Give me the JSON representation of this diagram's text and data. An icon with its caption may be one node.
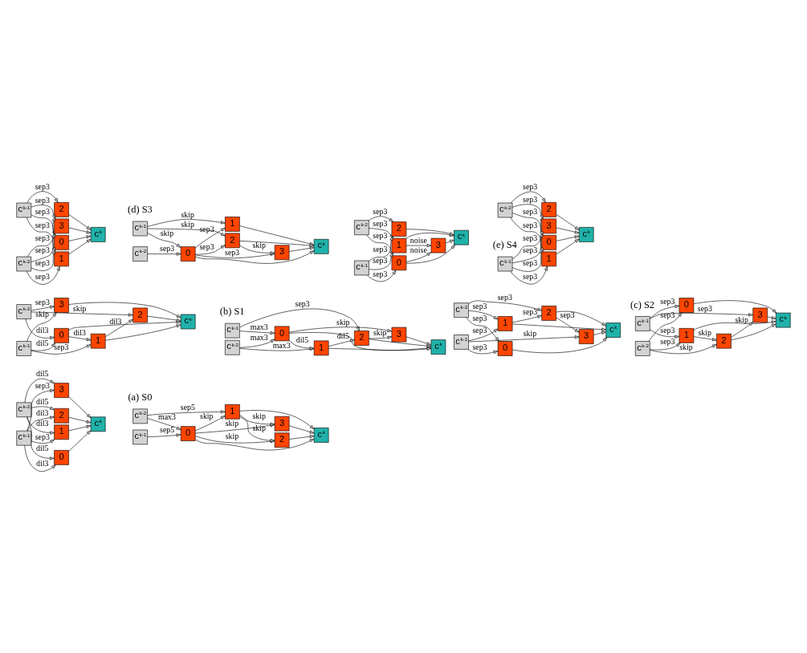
{
  "diagram": {
    "nodes": [
      {
        "text": [
          "c$^{k-2}$"
        ]
      },
      {
        "text": [
          "c$^{k-1}$"
        ]
      },
      {
        "text": [
          "0"
        ]
      },
      {
        "text": [
          "1"
        ]
      },
      {
        "text": [
          "2"
        ]
      },
      {
        "text": [
          "3"
        ]
      },
      {
        "text": [
          "c$^{k}$"
        ]
      },
      {
        "text": [
          "c$^{k-2}$"
        ]
      },
      {
        "text": [
          "c$^{k-1}$"
        ]
      },
      {
        "text": [
          "0"
        ]
      },
      {
        "text": [
          "1"
        ]
      },
      {
        "text": [
          "2"
        ]
      },
      {
        "text": [
          "3"
        ]
      },
      {
        "text": [
          "c$^{k}$"
        ]
      },
      {
        "text": [
          "c$^{k-2}$"
        ]
      },
      {
        "text": [
          "c$^{k-1}$"
        ]
      },
      {
        "text": [
          "0"
        ]
      },
      {
        "text": [
          "1"
        ]
      },
      {
        "text": [
          "2"
        ]
      },
      {
        "text": [
          "3"
        ]
      },
      {
        "text": [
          "c$^{k}$"
        ]
      },
      {
        "text": [
          "c$^{k-1}$"
        ]
      },
      {
        "text": [
          "c$^{k-2}$"
        ]
      },
      {
        "text": [
          "0"
        ]
      },
      {
        "text": [
          "1"
        ]
      },
      {
        "text": [
          "2"
        ]
      },
      {
        "text": [
          "3"
        ]
      },
      {
        "text": [
          "c$^{k}$"
        ]
      },
      {
        "text": [
          "c$^{k-2}$"
        ]
      },
      {
        "text": [
          "c$^{k-1}$"
        ]
      },
      {
        "text": [
          "0"
        ]
      },
      {
        "text": [
          "1"
        ]
      },
      {
        "text": [
          "2"
        ]
      },
      {
        "text": [
          "3"
        ]
      },
      {
        "text": [
          "c$^{k}$"
        ]
      },
      {
        "text": [
          "c$^{k-1}$"
        ]
      },
      {
        "text": [
          "c$^{k-2}$"
        ]
      },
      {
        "text": [
          "0"
        ]
      },
      {
        "text": [
          "1"
        ]
      },
      {
        "text": [
          "2"
        ]
      },
      {
        "text": [
          "3"
        ]
      },
      {
        "text": [
          "c$^{k}$"
        ]
      },
      {
        "text": [
          "c$^{k-1}$"
        ]
      },
      {
        "text": [
          "c$^{k-2}$"
        ]
      },
      {
        "text": [
          "0"
        ]
      },
      {
        "text": [
          "1"
        ]
      },
      {
        "text": [
          "2"
        ]
      },
      {
        "text": [
          "3"
        ]
      },
      {
        "text": [
          "c$^{k}$"
        ]
      },
      {
        "text": [
          "c$^{k-1}$"
        ]
      },
      {
        "text": [
          "c$^{k-2}$"
        ]
      },
      {
        "text": [
          "0"
        ]
      },
      {
        "text": [
          "1"
        ]
      },
      {
        "text": [
          "2"
        ]
      },
      {
        "text": [
          "3"
        ]
      },
      {
        "text": [
          "c$^{k}$"
        ]
      },
      {
        "text": [
          "c$^{k-2}$"
        ]
      },
      {
        "text": [
          "c$^{k-1}$"
        ]
      },
      {
        "text": [
          "0"
        ]
      },
      {
        "text": [
          "1"
        ]
      },
      {
        "text": [
          "2"
        ]
      },
      {
        "text": [
          "3"
        ]
      },
      {
        "text": [
          "c$^{k}$"
        ]
      },
      {
        "text": [
          "c$^{k-1}$"
        ]
      },
      {
        "text": [
          "c$^{k-2}$"
        ]
      },
      {
        "text": [
          "0"
        ]
      },
      {
        "text": [
          "1"
        ]
      },
      {
        "text": [
          "2"
        ]
      },
      {
        "text": [
          "3"
        ]
      },
      {
        "text": [
          "c$^{k}$"
        ]
      }
    ],
    "edges": [
      {
        "from": 0,
        "to": 2,
        "arrow": "to",
        "label": "dil5"
      },
      {
        "from": 0,
        "to": 5,
        "arrow": "to",
        "label": "dil5"
      },
      {
        "from": 1,
        "to": 2,
        "arrow": "to",
        "label": "dil3"
      },
      {
        "from": 0,
        "to": 4,
        "arrow": "to",
        "label": "dil5"
      },
      {
        "from": 1,
        "to": 5,
        "arrow": "to",
        "label": "sep3"
      },
      {
        "from": 0,
        "to": 3,
        "arrow": "to",
        "label": "dil3"
      },
      {
        "from": 1,
        "to": 4,
        "arrow": "to",
        "label": "dil3"
      },
      {
        "from": 1,
        "to": 3,
        "arrow": "to",
        "label": "sep3"
      },
      {
        "from": 2,
        "to": 6,
        "arrow": "to"
      },
      {
        "from": 5,
        "to": 6,
        "arrow": "to"
      },
      {
        "from": 4,
        "to": 6,
        "arrow": "to"
      },
      {
        "from": 3,
        "to": 6,
        "arrow": "to"
      },
      {
        "from": 7,
        "to": 10,
        "arrow": "to",
        "label": "sep5"
      },
      {
        "from": 7,
        "to": 9,
        "arrow": "to",
        "label": "max3"
      },
      {
        "from": 9,
        "to": 11,
        "arrow": "to",
        "label": "skip"
      },
      {
        "from": 10,
        "to": 11,
        "arrow": "to",
        "label": "skip"
      },
      {
        "from": 8,
        "to": 9,
        "arrow": "to",
        "label": "sep5"
      },
      {
        "from": 9,
        "to": 10,
        "arrow": "to",
        "label": "skip"
      },
      {
        "from": 10,
        "to": 12,
        "arrow": "to",
        "label": "skip"
      },
      {
        "from": 9,
        "to": 12,
        "arrow": "to",
        "label": "skip"
      },
      {
        "from": 11,
        "to": 13,
        "arrow": "to"
      },
      {
        "from": 10,
        "to": 13,
        "arrow": "to"
      },
      {
        "from": 12,
        "to": 13,
        "arrow": "to"
      },
      {
        "from": 9,
        "to": 13,
        "arrow": "to"
      },
      {
        "from": 14,
        "to": 16,
        "arrow": "to",
        "label": "dil3"
      },
      {
        "from": 14,
        "to": 18,
        "arrow": "to",
        "label": "skip"
      },
      {
        "from": 14,
        "to": 19,
        "arrow": "to",
        "label": "sep3"
      },
      {
        "from": 15,
        "to": 16,
        "arrow": "to",
        "label": "dil5"
      },
      {
        "from": 16,
        "to": 17,
        "arrow": "to",
        "label": "dil3"
      },
      {
        "from": 17,
        "to": 18,
        "arrow": "to",
        "label": "dil3"
      },
      {
        "from": 15,
        "to": 17,
        "arrow": "to",
        "label": "sep3"
      },
      {
        "from": 15,
        "to": 19,
        "arrow": "to",
        "label": "skip"
      },
      {
        "from": 16,
        "to": 20,
        "arrow": "to"
      },
      {
        "from": 18,
        "to": 20,
        "arrow": "to"
      },
      {
        "from": 17,
        "to": 20,
        "arrow": "to"
      },
      {
        "from": 19,
        "to": 20,
        "arrow": "to"
      },
      {
        "from": 21,
        "to": 25,
        "arrow": "to",
        "label": "sep3"
      },
      {
        "from": 23,
        "to": 26,
        "arrow": "to",
        "label": "skip"
      },
      {
        "from": 25,
        "to": 26,
        "arrow": "to",
        "label": "skip"
      },
      {
        "from": 21,
        "to": 23,
        "arrow": "to",
        "label": "max3"
      },
      {
        "from": 24,
        "to": 25,
        "arrow": "to",
        "label": "dil5"
      },
      {
        "from": 22,
        "to": 23,
        "arrow": "to",
        "label": "max3"
      },
      {
        "from": 23,
        "to": 24,
        "arrow": "to",
        "label": "dil5"
      },
      {
        "from": 22,
        "to": 24,
        "arrow": "to",
        "label": "max3"
      },
      {
        "from": 26,
        "to": 27,
        "arrow": "to"
      },
      {
        "from": 25,
        "to": 27,
        "arrow": "to"
      },
      {
        "from": 23,
        "to": 27,
        "arrow": "to"
      },
      {
        "from": 24,
        "to": 27,
        "arrow": "to"
      },
      {
        "from": 28,
        "to": 30,
        "arrow": "to",
        "label": "sep3"
      },
      {
        "from": 28,
        "to": 32,
        "arrow": "to",
        "label": "sep3"
      },
      {
        "from": 29,
        "to": 30,
        "arrow": "to",
        "label": "sep3"
      },
      {
        "from": 31,
        "to": 32,
        "arrow": "to",
        "label": "sep3"
      },
      {
        "from": 32,
        "to": 33,
        "arrow": "to",
        "label": "sep3"
      },
      {
        "from": 28,
        "to": 31,
        "arrow": "to",
        "label": "sep3"
      },
      {
        "from": 29,
        "to": 31,
        "arrow": "to",
        "label": "sep3"
      },
      {
        "from": 29,
        "to": 33,
        "arrow": "to",
        "label": "skip"
      },
      {
        "from": 30,
        "to": 34,
        "arrow": "to"
      },
      {
        "from": 32,
        "to": 34,
        "arrow": "to"
      },
      {
        "from": 33,
        "to": 34,
        "arrow": "to"
      },
      {
        "from": 31,
        "to": 34,
        "arrow": "to"
      },
      {
        "from": 35,
        "to": 37,
        "arrow": "to",
        "label": "sep3"
      },
      {
        "from": 36,
        "to": 37,
        "arrow": "to",
        "label": "sep3"
      },
      {
        "from": 35,
        "to": 40,
        "arrow": "to",
        "label": "sep3"
      },
      {
        "from": 39,
        "to": 40,
        "arrow": "to",
        "label": "skip"
      },
      {
        "from": 35,
        "to": 38,
        "arrow": "to",
        "label": "sep3"
      },
      {
        "from": 38,
        "to": 39,
        "arrow": "to",
        "label": "skip"
      },
      {
        "from": 36,
        "to": 38,
        "arrow": "to",
        "label": "sep3"
      },
      {
        "from": 36,
        "to": 39,
        "arrow": "to",
        "label": "skip"
      },
      {
        "from": 37,
        "to": 41,
        "arrow": "to"
      },
      {
        "from": 40,
        "to": 41,
        "arrow": "to"
      },
      {
        "from": 38,
        "to": 41,
        "arrow": "to"
      },
      {
        "from": 39,
        "to": 41,
        "arrow": "to"
      },
      {
        "from": 42,
        "to": 44,
        "arrow": "to",
        "label": "sep3"
      },
      {
        "from": 42,
        "to": 47,
        "arrow": "to",
        "label": "sep3"
      },
      {
        "from": 43,
        "to": 44,
        "arrow": "to",
        "label": "sep3"
      },
      {
        "from": 42,
        "to": 46,
        "arrow": "to",
        "label": "sep3"
      },
      {
        "from": 43,
        "to": 47,
        "arrow": "to",
        "label": "sep3"
      },
      {
        "from": 42,
        "to": 45,
        "arrow": "to",
        "label": "sep3"
      },
      {
        "from": 43,
        "to": 46,
        "arrow": "to",
        "label": "sep3"
      },
      {
        "from": 43,
        "to": 45,
        "arrow": "to",
        "label": "sep3"
      },
      {
        "from": 44,
        "to": 48,
        "arrow": "to"
      },
      {
        "from": 47,
        "to": 48,
        "arrow": "to"
      },
      {
        "from": 46,
        "to": 48,
        "arrow": "to"
      },
      {
        "from": 45,
        "to": 48,
        "arrow": "to"
      },
      {
        "from": 49,
        "to": 52,
        "arrow": "to",
        "label": "skip"
      },
      {
        "from": 51,
        "to": 52,
        "arrow": "to",
        "label": "sep3"
      },
      {
        "from": 49,
        "to": 51,
        "arrow": "to",
        "label": "skip"
      },
      {
        "from": 51,
        "to": 54,
        "arrow": "to",
        "label": "sep3"
      },
      {
        "from": 49,
        "to": 53,
        "arrow": "to",
        "label": "skip"
      },
      {
        "from": 50,
        "to": 51,
        "arrow": "to",
        "label": "sep3"
      },
      {
        "from": 51,
        "to": 53,
        "arrow": "to",
        "label": "sep3"
      },
      {
        "from": 53,
        "to": 54,
        "arrow": "to",
        "label": "skip"
      },
      {
        "from": 52,
        "to": 55,
        "arrow": "to"
      },
      {
        "from": 51,
        "to": 55,
        "arrow": "to"
      },
      {
        "from": 54,
        "to": 55,
        "arrow": "to"
      },
      {
        "from": 53,
        "to": 55,
        "arrow": "to"
      },
      {
        "from": 56,
        "to": 59,
        "arrow": "to",
        "label": "sep3"
      },
      {
        "from": 56,
        "to": 58,
        "arrow": "to",
        "label": "sep3"
      },
      {
        "from": 57,
        "to": 59,
        "arrow": "to",
        "label": "sep3"
      },
      {
        "from": 59,
        "to": 61,
        "arrow": "to",
        "label": "noise"
      },
      {
        "from": 56,
        "to": 60,
        "arrow": "to",
        "label": "sep3"
      },
      {
        "from": 58,
        "to": 61,
        "arrow": "to",
        "label": "noise"
      },
      {
        "from": 57,
        "to": 58,
        "arrow": "to",
        "label": "sep3"
      },
      {
        "from": 57,
        "to": 60,
        "arrow": "to",
        "label": "sep3"
      },
      {
        "from": 59,
        "to": 62,
        "arrow": "to"
      },
      {
        "from": 61,
        "to": 62,
        "arrow": "to"
      },
      {
        "from": 58,
        "to": 62,
        "arrow": "to"
      },
      {
        "from": 60,
        "to": 62,
        "arrow": "to"
      },
      {
        "from": 63,
        "to": 65,
        "arrow": "to",
        "label": "sep3"
      },
      {
        "from": 63,
        "to": 68,
        "arrow": "to",
        "label": "sep3"
      },
      {
        "from": 64,
        "to": 65,
        "arrow": "to",
        "label": "sep3"
      },
      {
        "from": 63,
        "to": 67,
        "arrow": "to",
        "label": "sep3"
      },
      {
        "from": 64,
        "to": 68,
        "arrow": "to",
        "label": "sep3"
      },
      {
        "from": 63,
        "to": 66,
        "arrow": "to",
        "label": "sep3"
      },
      {
        "from": 64,
        "to": 67,
        "arrow": "to",
        "label": "sep3"
      },
      {
        "from": 64,
        "to": 66,
        "arrow": "to",
        "label": "sep3"
      },
      {
        "from": 65,
        "to": 69,
        "arrow": "to"
      },
      {
        "from": 68,
        "to": 69,
        "arrow": "to"
      },
      {
        "from": 67,
        "to": 69,
        "arrow": "to"
      },
      {
        "from": 66,
        "to": 69,
        "arrow": "to"
      }
    ],
    "labels": [
      "(a) S0",
      "(b) S1",
      "(c) S2",
      "(d) S3",
      "(e) S4"
    ]
  }
}
